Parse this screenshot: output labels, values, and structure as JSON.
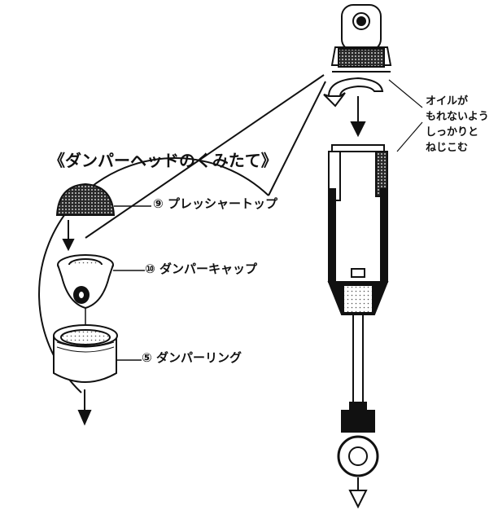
{
  "diagram": {
    "title": "《ダンパーヘッドのくみたて》",
    "parts": [
      {
        "number": "⑨",
        "name": "プレッシャートップ"
      },
      {
        "number": "⑩",
        "name": "ダンパーキャップ"
      },
      {
        "number": "⑤",
        "name": "ダンパーリング"
      }
    ],
    "instruction_lines": [
      "オイルが",
      "もれないよう",
      "しっかりと",
      "ねじこむ"
    ]
  }
}
